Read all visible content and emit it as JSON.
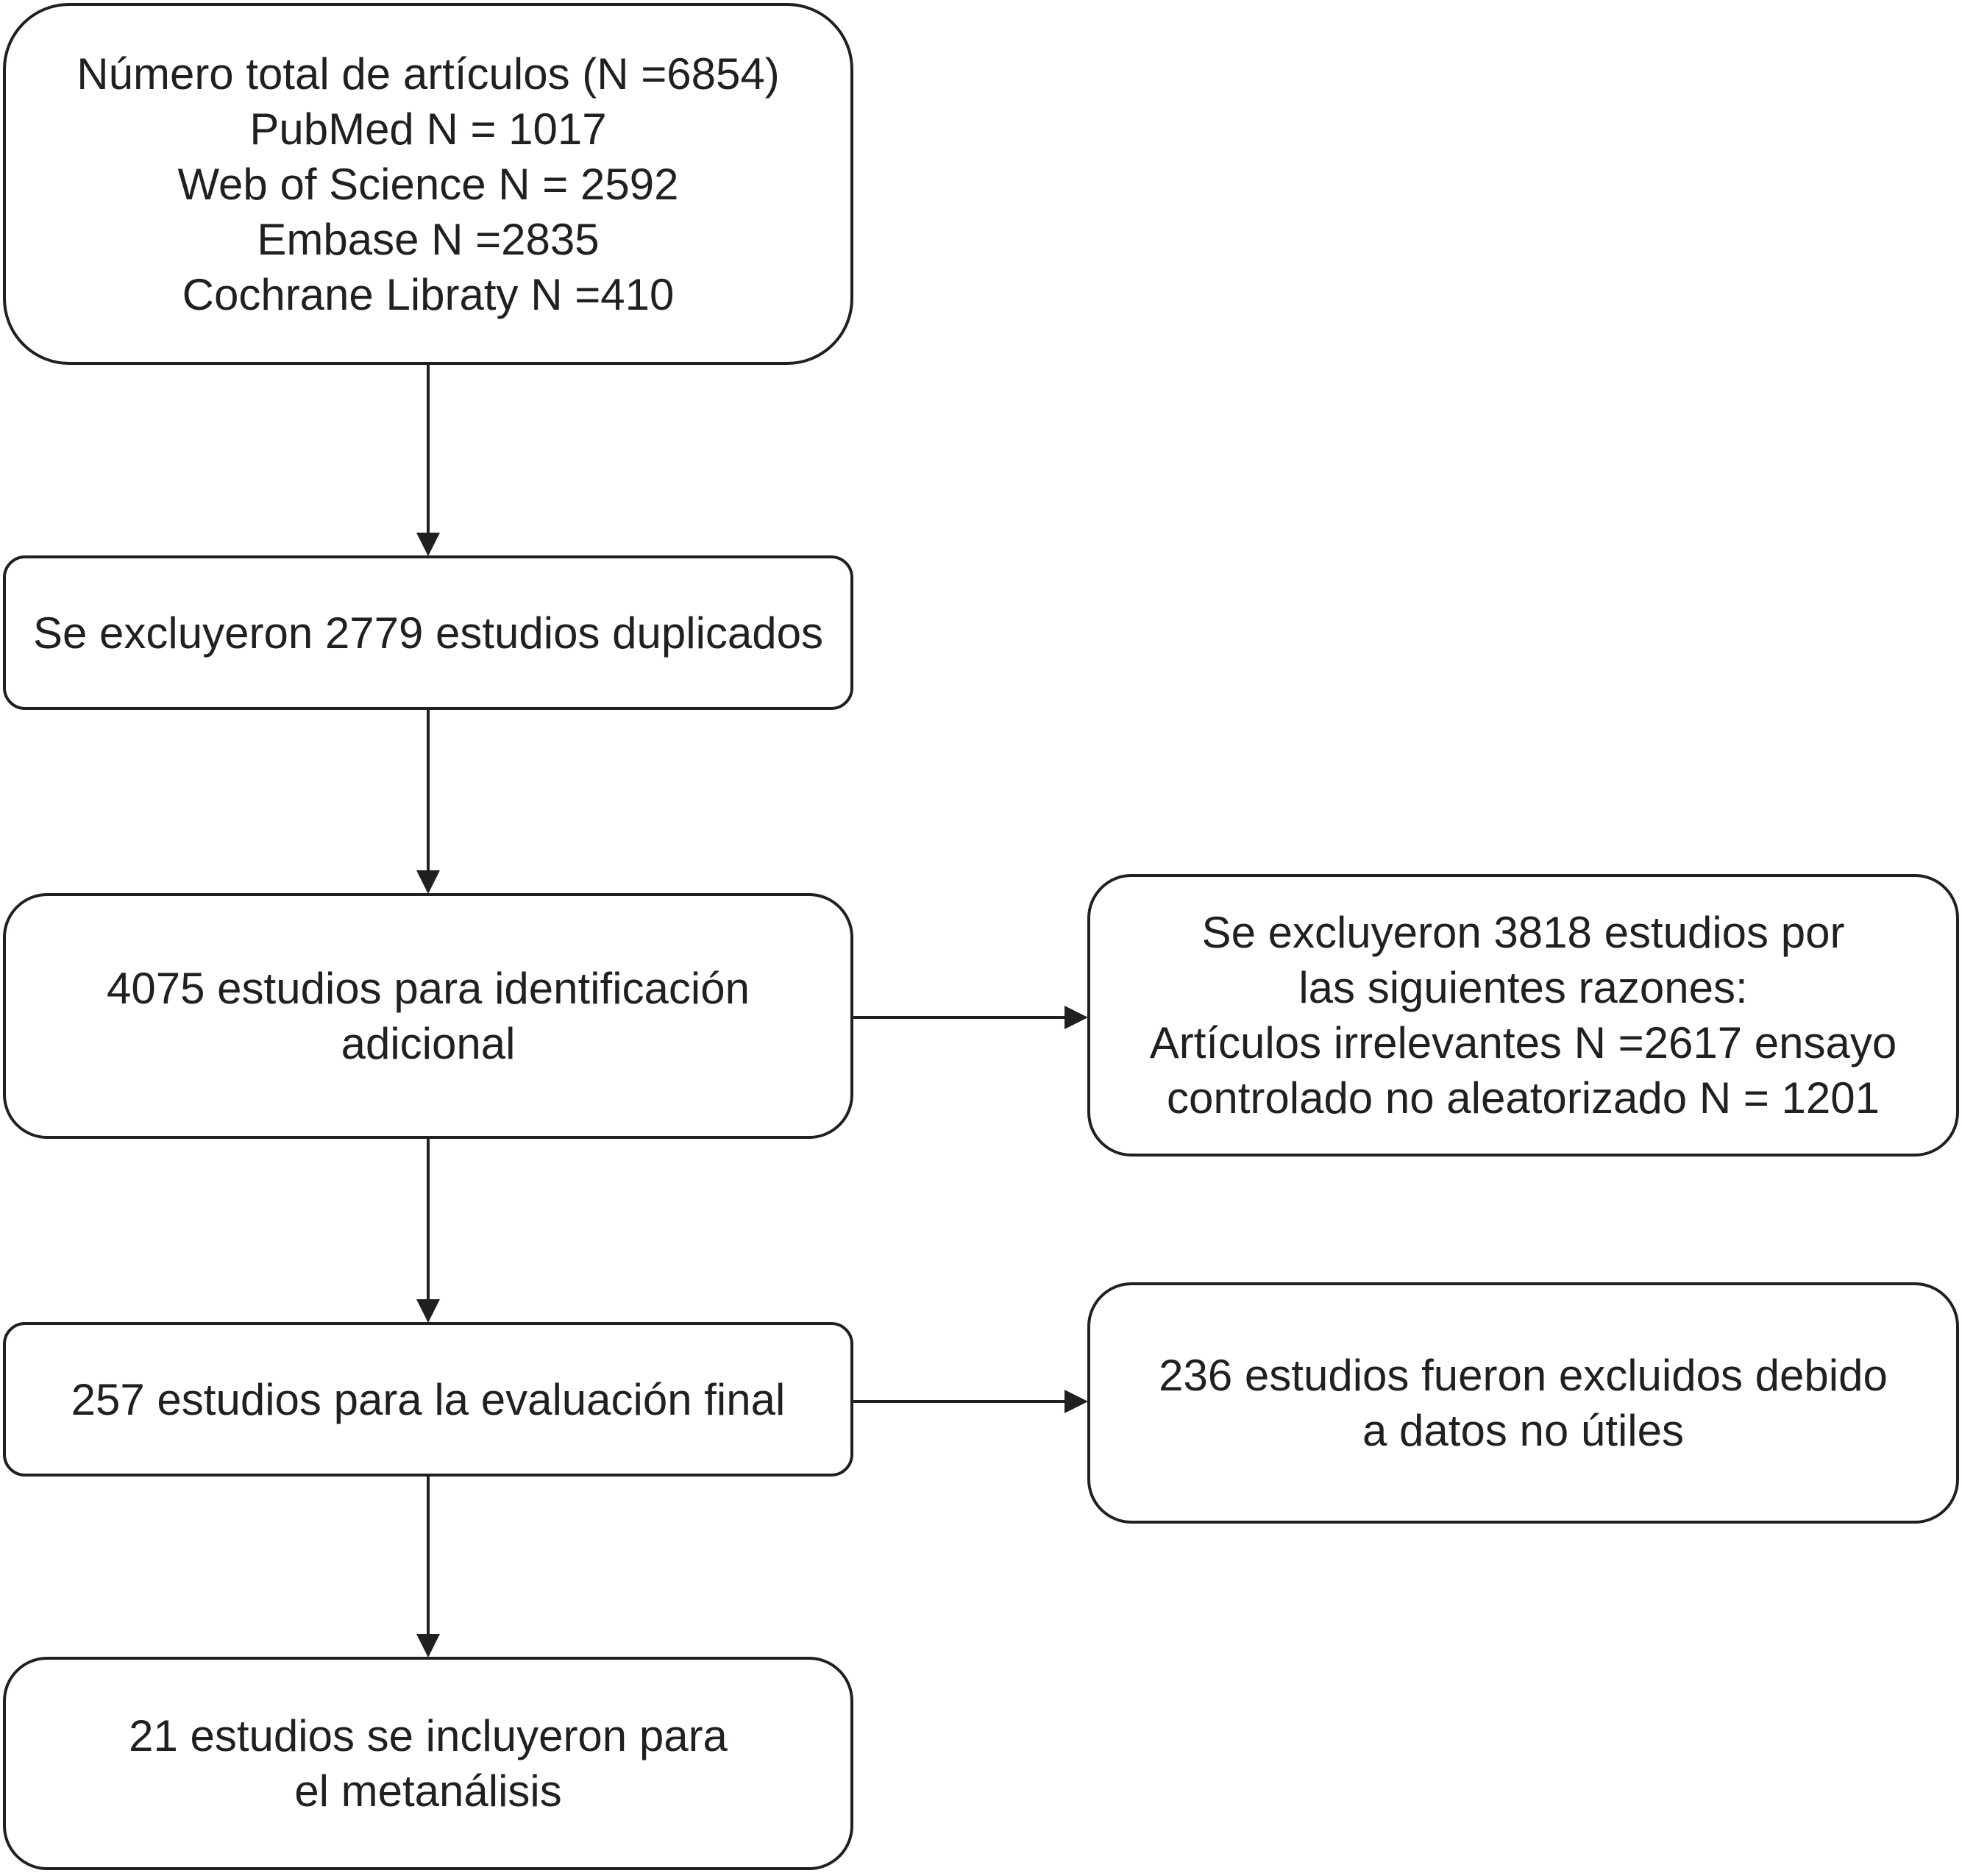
{
  "boxes": {
    "total": {
      "lines": [
        "Número total de artículos (N =6854)",
        "PubMed N = 1017",
        "Web of Science N = 2592",
        "Embase N =2835",
        "Cochrane Libraty N =410"
      ]
    },
    "duplicates": {
      "lines": [
        "Se excluyeron 2779 estudios duplicados"
      ]
    },
    "identification": {
      "lines": [
        "4075 estudios para identificación",
        "adicional"
      ]
    },
    "excluded_reasons": {
      "lines": [
        "Se excluyeron 3818 estudios por",
        "las siguientes razones:",
        "Artículos irrelevantes N =2617 ensayo",
        "controlado no aleatorizado N = 1201"
      ]
    },
    "final_evaluation": {
      "lines": [
        "257 estudios para la evaluación final"
      ]
    },
    "excluded_data": {
      "lines": [
        "236 estudios fueron excluidos debido",
        "a datos no útiles"
      ]
    },
    "included": {
      "lines": [
        "21 estudios se incluyeron para",
        "el metanálisis"
      ]
    }
  },
  "colors": {
    "stroke": "#231f20",
    "background": "#ffffff"
  }
}
